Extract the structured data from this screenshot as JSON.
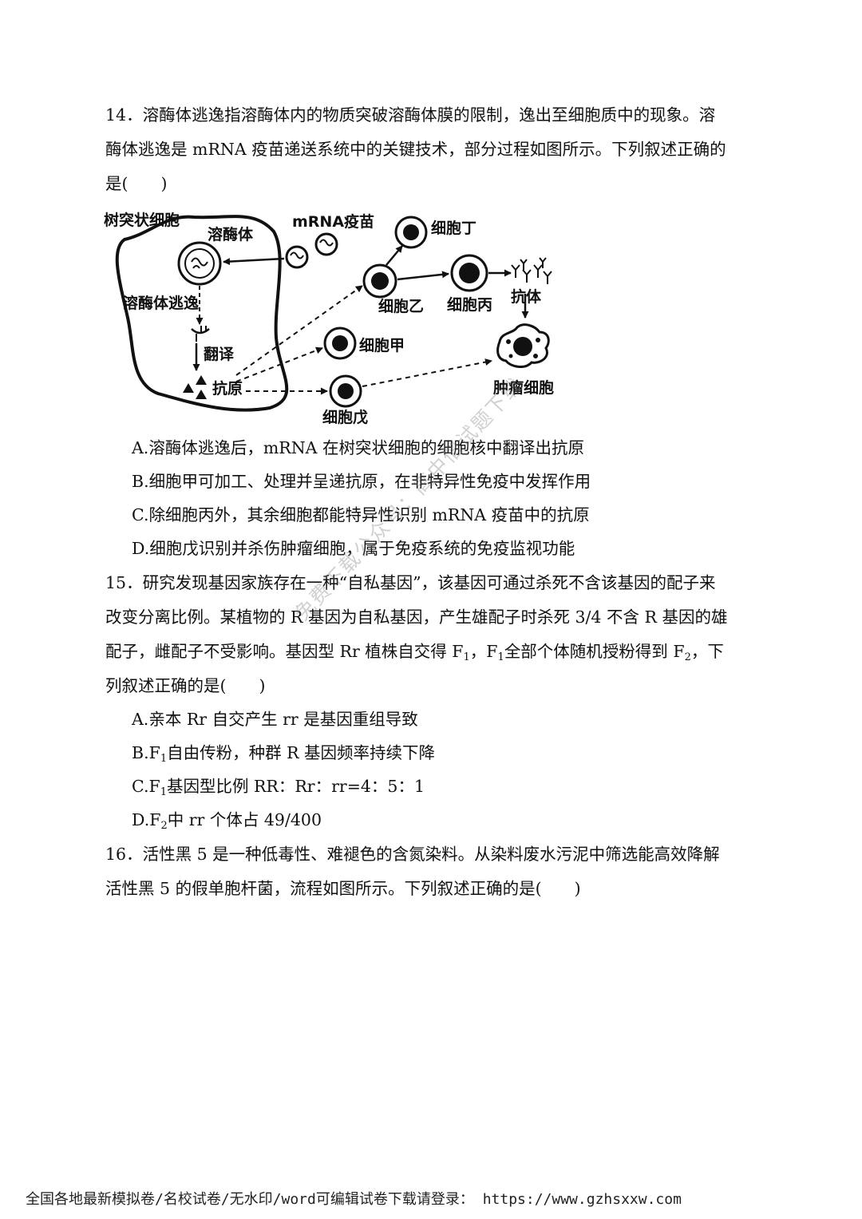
{
  "q14": {
    "line1": "14．溶酶体逃逸指溶酶体内的物质突破溶酶体膜的限制，逸出至细胞质中的现象。溶",
    "line2": "酶体逃逸是 mRNA 疫苗递送系统中的关键技术，部分过程如图所示。下列叙述正确的",
    "line3": "是(　　)",
    "diagram": {
      "dendritic_cell": "树突状细胞",
      "lysosome": "溶酶体",
      "vaccine": "mRNA疫苗",
      "escape": "溶酶体逃逸",
      "translate": "翻译",
      "antigen": "抗原",
      "cell_ding": "细胞丁",
      "cell_yi": "细胞乙",
      "cell_bing": "细胞丙",
      "antibody": "抗体",
      "cell_jia": "细胞甲",
      "cell_wu": "细胞戊",
      "tumor": "肿瘤细胞"
    },
    "options": [
      "A.溶酶体逃逸后，mRNA 在树突状细胞的细胞核中翻译出抗原",
      "B.细胞甲可加工、处理并呈递抗原，在非特异性免疫中发挥作用",
      "C.除细胞丙外，其余细胞都能特异性识别 mRNA 疫苗中的抗原",
      "D.细胞戊识别并杀伤肿瘤细胞，属于免疫系统的免疫监视功能"
    ]
  },
  "q15": {
    "line1": "15．研究发现基因家族存在一种“自私基因”，该基因可通过杀死不含该基因的配子来",
    "line2": "改变分离比例。某植物的 R 基因为自私基因，产生雄配子时杀死 3/4 不含 R 基因的雄",
    "line3a": "配子，雌配子不受影响。基因型 Rr 植株自交得 F",
    "line3b": "，F",
    "line3c": "全部个体随机授粉得到 F",
    "line3d": "，下",
    "line4": "列叙述正确的是(　　)",
    "optA": "A.亲本 Rr 自交产生 rr 是基因重组导致",
    "optB1": "B.F",
    "optB2": "自由传粉，种群 R 基因频率持续下降",
    "optC1": "C.F",
    "optC2": "基因型比例 RR：Rr：rr=4：5：1",
    "optD1": "D.F",
    "optD2": "中 rr 个体占 49/400",
    "sub1": "1",
    "sub2": "2"
  },
  "q16": {
    "line1": "16．活性黑 5 是一种低毒性、难褪色的含氮染料。从染料废水污泥中筛选能高效降解",
    "line2": "活性黑 5 的假单胞杆菌，流程如图所示。下列叙述正确的是(　　)"
  },
  "watermark": "免费下载公众号：高中僧试题下载",
  "footer": "全国各地最新模拟卷/名校试卷/无水印/word可编辑试卷下载请登录： https://www.gzhsxxw.com"
}
